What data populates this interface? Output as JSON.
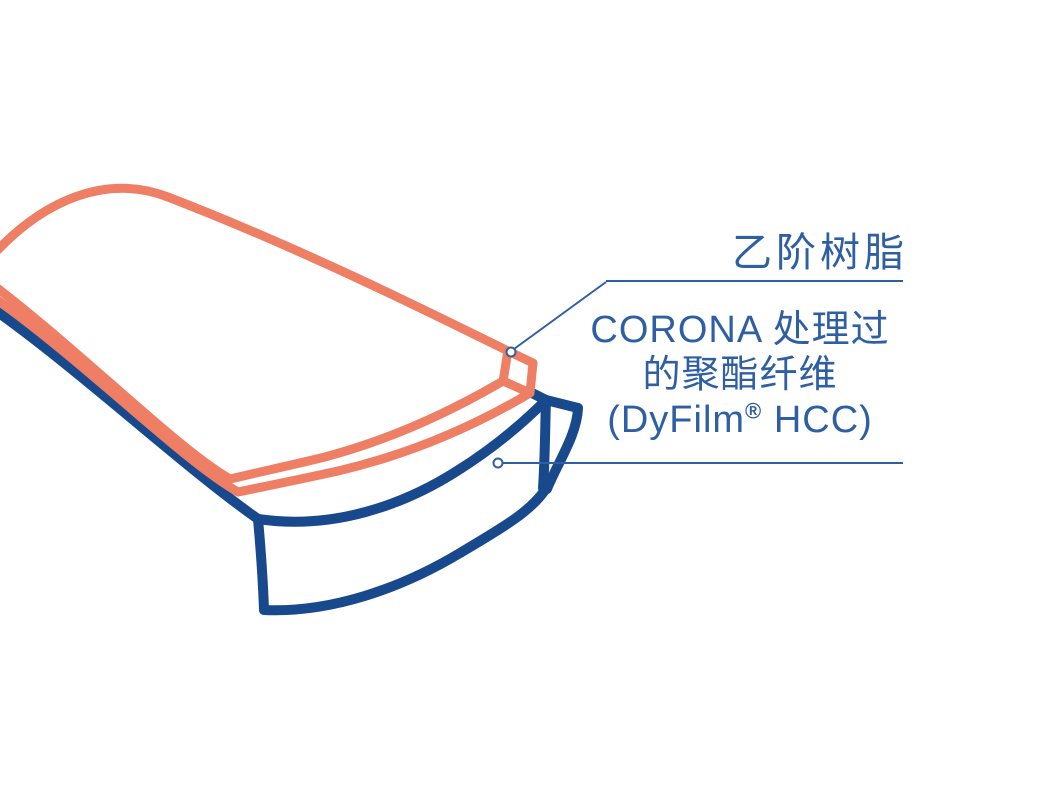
{
  "page": {
    "background": "#ffffff",
    "type": "technical-illustration"
  },
  "diagram": {
    "subject": "two-layer laminate film cutaway",
    "colors": {
      "coral_layer": "#EE7E64",
      "blue_layer": "#17498C",
      "label_text": "#2E5FA3",
      "leader_line": "#2E5FA3"
    },
    "labels": {
      "top_layer": "乙阶树脂",
      "bottom_line1": "CORONA 处理过",
      "bottom_line2": "的聚酯纤维",
      "bottom_line3_pre": "(DyFilm",
      "bottom_line3_reg": "®",
      "bottom_line3_post": " HCC)"
    },
    "callouts": [
      {
        "text": "乙阶树脂",
        "points_to": "coral-top-layer"
      },
      {
        "text": "CORONA 处理过的聚酯纤维 (DyFilm® HCC)",
        "points_to": "blue-bottom-layer"
      }
    ]
  }
}
